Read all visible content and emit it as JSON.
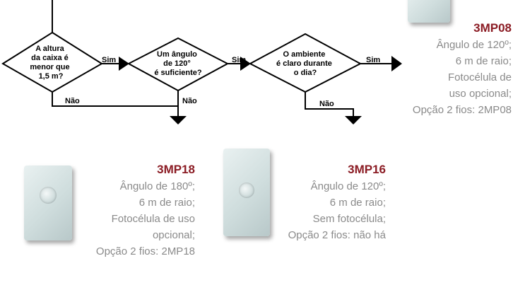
{
  "flowchart": {
    "decisions": [
      {
        "lines": [
          "A altura",
          "da caixa é",
          "menor que",
          "1,5 m?"
        ]
      },
      {
        "lines": [
          "Um ângulo",
          "de 120°",
          "é suficiente?"
        ]
      },
      {
        "lines": [
          "O ambiente",
          "é claro durante",
          "o dia?"
        ]
      }
    ],
    "yes_label": "Sim",
    "no_label": "Não"
  },
  "products": [
    {
      "code": "3MP08",
      "specs": [
        "Ângulo de 120º;",
        "6 m de raio;",
        "Fotocélula de",
        "uso opcional;",
        "Opção 2 fios: 2MP08"
      ]
    },
    {
      "code": "3MP18",
      "specs": [
        "Ângulo de 180º;",
        "6 m de raio;",
        "Fotocélula de uso",
        "opcional;",
        "Opção 2 fios: 2MP18"
      ]
    },
    {
      "code": "3MP16",
      "specs": [
        "Ângulo de 120º;",
        "6 m de raio;",
        "Sem fotocélula;",
        "Opção 2 fios: não há"
      ]
    }
  ]
}
